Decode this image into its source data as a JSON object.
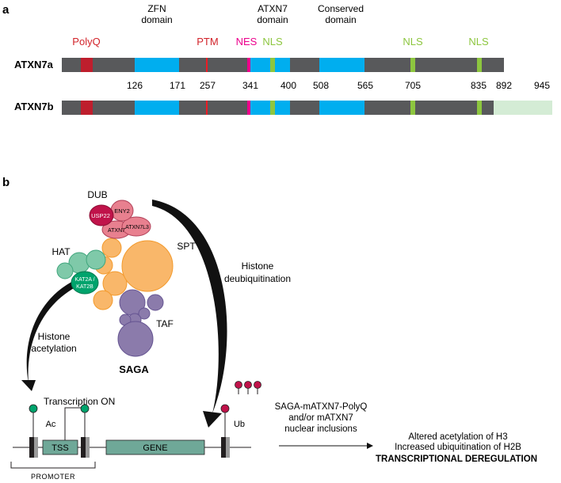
{
  "panel_a": {
    "letter": "a",
    "domain_headers": {
      "zfn_1": "ZFN",
      "zfn_2": "domain",
      "atxn7_1": "ATXN7",
      "atxn7_2": "domain",
      "conserved_1": "Conserved",
      "conserved_2": "domain"
    },
    "feature_labels": {
      "polyq": "PolyQ",
      "ptm": "PTM",
      "nes": "NES",
      "nls1": "NLS",
      "nls2": "NLS",
      "nls3": "NLS"
    },
    "isoforms": {
      "a": "ATXN7a",
      "b": "ATXN7b"
    },
    "positions": [
      "126",
      "171",
      "257",
      "341",
      "400",
      "508",
      "565",
      "705",
      "835",
      "892",
      "945"
    ],
    "colors": {
      "backbone": "#58595b",
      "domain": "#00aeef",
      "polyq": "#be1e2d",
      "ptm": "#ed1c24",
      "nes": "#ec008c",
      "nls": "#8dc63f",
      "extension": "#d4ecd5"
    }
  },
  "panel_b": {
    "letter": "b",
    "complex": {
      "dub": "DUB",
      "hat": "HAT",
      "spt": "SPT",
      "taf": "TAF",
      "saga": "SAGA",
      "usp22": "USP22",
      "eny2": "ENY2",
      "atxn7": "ATXN7",
      "atxn7l3": "ATXN7L3",
      "kat2a": "KAT2A /",
      "kat2b": "KAT2B"
    },
    "arrows": {
      "deubiq_1": "Histone",
      "deubiq_2": "deubiquitination",
      "acet_1": "Histone",
      "acet_2": "acetylation"
    },
    "dna": {
      "ac": "Ac",
      "ub": "Ub",
      "tx_on": "Transcription ON",
      "tss": "TSS",
      "gene": "GENE",
      "promoter": "PROMOTER"
    },
    "condition": {
      "line1": "SAGA-mATXN7-PolyQ",
      "line2": "and/or mATXN7",
      "line3": "nuclear inclusions"
    },
    "outcome": {
      "line1": "Altered acetylation of H3",
      "line2": "Increased ubiquitination of H2B",
      "line3": "TRANSCRIPTIONAL DEREGULATION"
    },
    "colors": {
      "dub": "#e8808f",
      "usp22": "#c0134a",
      "hat": "#7fc9a9",
      "kat": "#00a36c",
      "spt": "#f9b76a",
      "taf": "#8b7bab",
      "box": "#6fa898"
    }
  }
}
